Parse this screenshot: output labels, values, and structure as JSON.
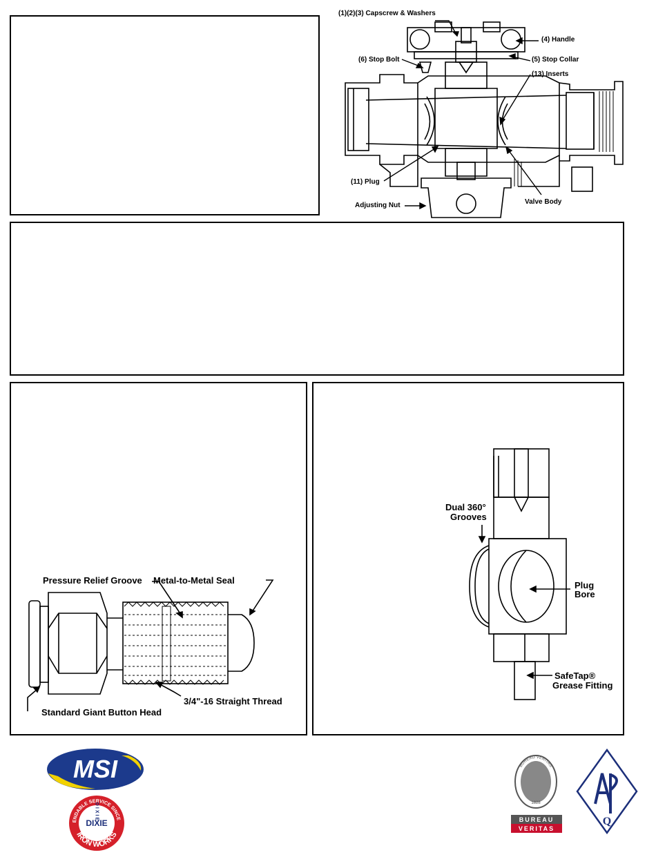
{
  "valve_diagram": {
    "capscrew": "(1)(2)(3) Capscrew & Washers",
    "handle": "(4) Handle",
    "stop_bolt": "(6) Stop Bolt",
    "stop_collar": "(5) Stop Collar",
    "inserts": "(13) Inserts",
    "plug": "(11) Plug",
    "valve_body": "Valve Body",
    "adjusting_nut": "Adjusting Nut"
  },
  "grease_fitting": {
    "pressure_relief": "Pressure Relief Groove",
    "metal_seal": "Metal-to-Metal Seal",
    "thread": "3/4\"-16 Straight Thread",
    "button_head": "Standard Giant Button Head"
  },
  "plug_detail": {
    "grooves_line1": "Dual 360°",
    "grooves_line2": "Grooves",
    "bore_line1": "Plug",
    "bore_line2": "Bore",
    "safetap_line1": "SafeTap®",
    "safetap_line2": "Grease Fitting"
  },
  "logos": {
    "msi": "MSI",
    "dixie_ring": "DEPENDABLE SERVICE SINCE 1913",
    "dixie_vertical": "DIXIE",
    "dixie_horizontal": "DIXIE",
    "dixie_bottom": "IRON WORKS",
    "bv_ring": "BUREAU VERITAS",
    "bv_year": "1828",
    "bv_bottom_1": "BUREAU",
    "bv_bottom_2": "VERITAS",
    "api_q": "Q"
  },
  "colors": {
    "msi_blue": "#1c3a8c",
    "msi_yellow": "#f2d200",
    "dixie_red": "#d5202a",
    "bv_red": "#c8102e",
    "api_blue": "#1c2f7a"
  }
}
